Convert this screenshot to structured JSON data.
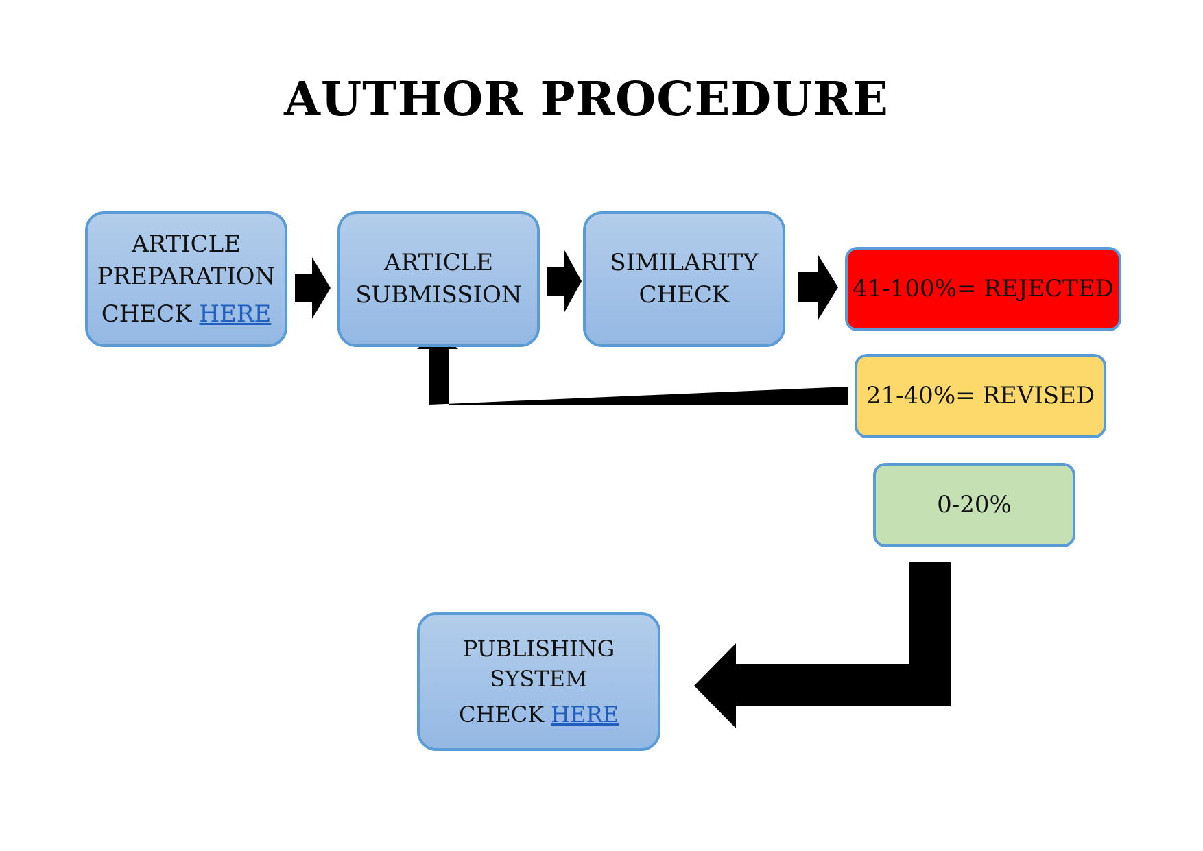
{
  "title": "AUTHOR PROCEDURE",
  "steps": {
    "preparation": {
      "line1": "ARTICLE",
      "line2": "PREPARATION",
      "check_label": "CHECK",
      "link_label": "HERE"
    },
    "submission": {
      "line1": "ARTICLE",
      "line2": "SUBMISSION"
    },
    "similarity": {
      "line1": "SIMILARITY",
      "line2": "CHECK"
    },
    "publishing": {
      "line1": "PUBLISHING",
      "line2": "SYSTEM",
      "check_label": "CHECK",
      "link_label": "HERE"
    }
  },
  "outcomes": {
    "rejected": "41-100%= REJECTED",
    "revised": "21-40%= REVISED",
    "accepted": "0-20%"
  },
  "colors": {
    "box_fill": "#a4c3e8",
    "box_border": "#5b9bd5",
    "rejected": "#ff0000",
    "revised": "#fdd96b",
    "accepted": "#c5e0b3",
    "link": "#1f5fbf",
    "arrow": "#000000"
  }
}
